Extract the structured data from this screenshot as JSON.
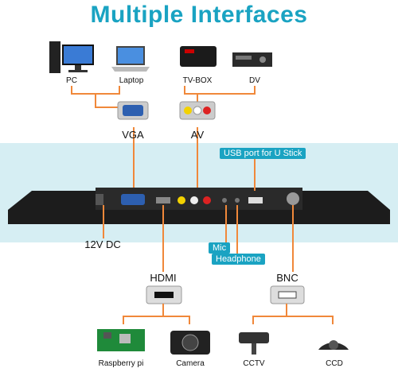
{
  "title": "Multiple Interfaces",
  "sources_top": {
    "pc": "PC",
    "laptop": "Laptop",
    "tvbox": "TV-BOX",
    "dv": "DV"
  },
  "ports_top": {
    "vga": "VGA",
    "av": "AV"
  },
  "callouts": {
    "usb": "USB port for U Stick",
    "power": "12V DC",
    "mic": "Mic",
    "headphone": "Headphone"
  },
  "ports_bottom": {
    "hdmi": "HDMI",
    "bnc": "BNC"
  },
  "sources_bottom": {
    "raspberry": "Raspberry pi",
    "camera": "Camera",
    "cctv": "CCTV",
    "ccd": "CCD"
  },
  "colors": {
    "accent": "#1aa3c2",
    "wire": "#f0883a",
    "band": "#d6eef3"
  }
}
